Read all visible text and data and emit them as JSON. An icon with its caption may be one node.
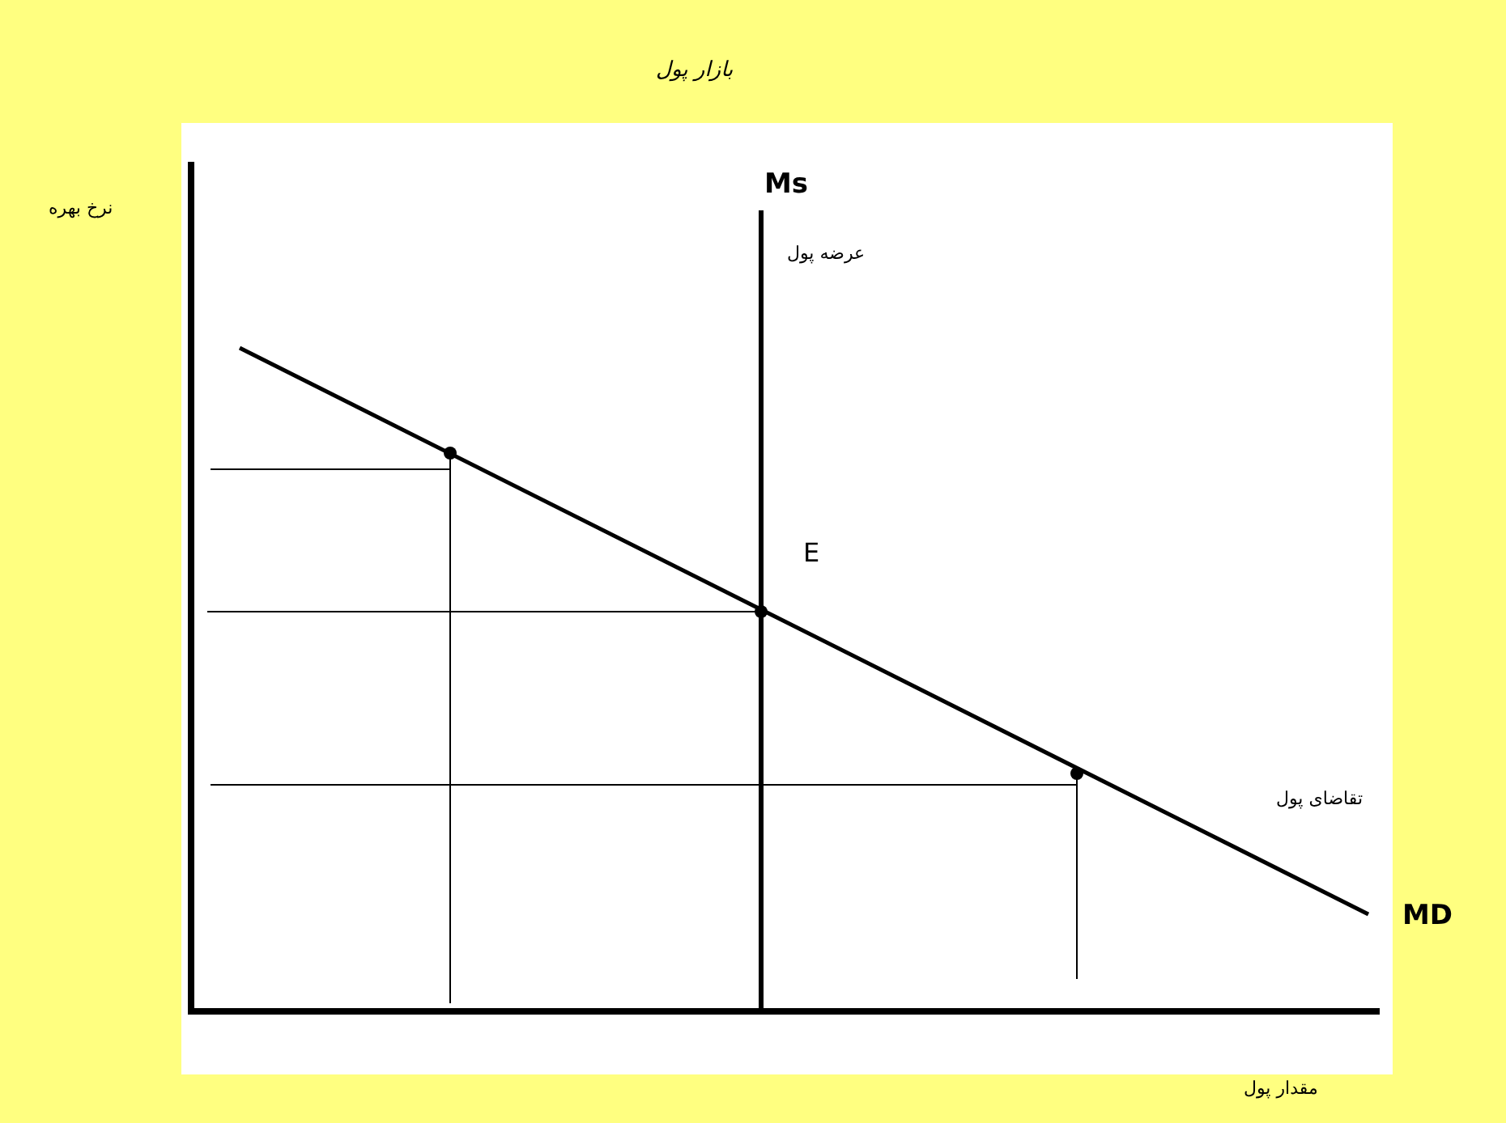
{
  "diagram": {
    "title": "بازار پول",
    "labels": [
      "نرخ بهره",
      "Ms",
      "عرضه پول",
      "E",
      "تقاضای پول",
      "MD",
      "مقدار پول"
    ]
  }
}
